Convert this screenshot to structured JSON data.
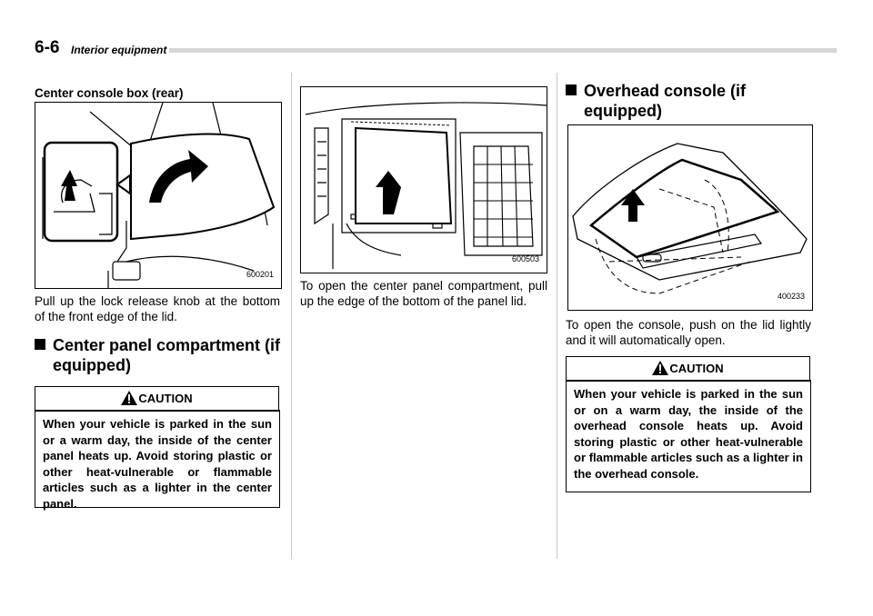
{
  "header": {
    "page_number": "6-6",
    "section_title": "Interior equipment"
  },
  "col1": {
    "subheading": "Center console box (rear)",
    "figure_code": "600201",
    "paragraph": "Pull up the lock release knob at the bottom of the front edge of the lid.",
    "heading_line1": "Center panel compartment (if",
    "heading_line2": "equipped)",
    "caution_label": "CAUTION",
    "caution_text": "When your vehicle is parked in the sun or a warm day, the inside of the center panel heats up. Avoid storing plastic or other heat-vulnerable or flammable articles such as a lighter in the center panel."
  },
  "col2": {
    "figure_code": "600503",
    "paragraph": "To open the center panel compartment, pull up the edge of the bottom of the panel lid."
  },
  "col3": {
    "heading_line1": "Overhead console (if",
    "heading_line2": "equipped)",
    "figure_code": "400233",
    "paragraph": "To open the console, push on the lid lightly and it will automatically open.",
    "caution_label": "CAUTION",
    "caution_text": "When your vehicle is parked in the sun or on a warm day, the inside of the overhead console heats up. Avoid storing plastic or other heat-vulnerable or flammable articles such as a lighter in the overhead console."
  },
  "icons": [
    "warning-triangle-icon",
    "up-arrow-icon"
  ]
}
